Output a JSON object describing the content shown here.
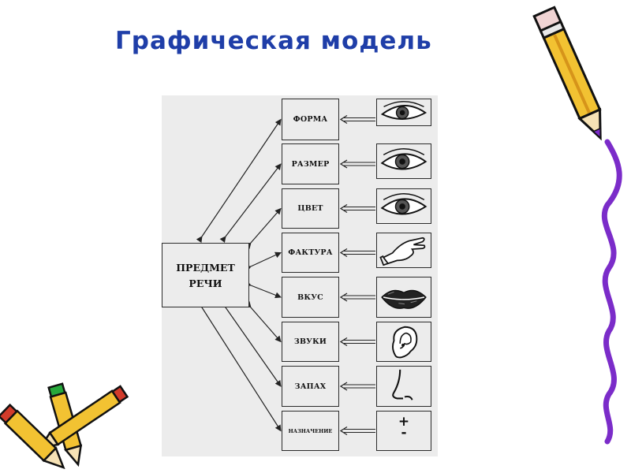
{
  "page": {
    "title": "Графическая модель"
  },
  "diagram": {
    "subject": [
      "ПРЕДМЕТ",
      "РЕЧИ"
    ],
    "properties": [
      {
        "label": "ФОРМА",
        "icon": "eye-icon"
      },
      {
        "label": "РАЗМЕР",
        "icon": "eye-icon"
      },
      {
        "label": "ЦВЕТ",
        "icon": "eye-icon"
      },
      {
        "label": "ФАКТУРА",
        "icon": "hand-icon"
      },
      {
        "label": "ВКУС",
        "icon": "lips-icon"
      },
      {
        "label": "ЗВУКИ",
        "icon": "ear-icon"
      },
      {
        "label": "ЗАПАХ",
        "icon": "nose-icon"
      },
      {
        "label": "НАЗНАЧЕНИЕ",
        "icon": "plus-minus-icon"
      }
    ],
    "plus_minus": [
      "+",
      "-"
    ]
  },
  "decorations": [
    "pencil-icon",
    "crayons-icon"
  ],
  "colors": {
    "title": "#1f3ea8",
    "panel": "#ececec",
    "pencil_body": "#f2c232",
    "pencil_outline": "#7b2cc9"
  }
}
